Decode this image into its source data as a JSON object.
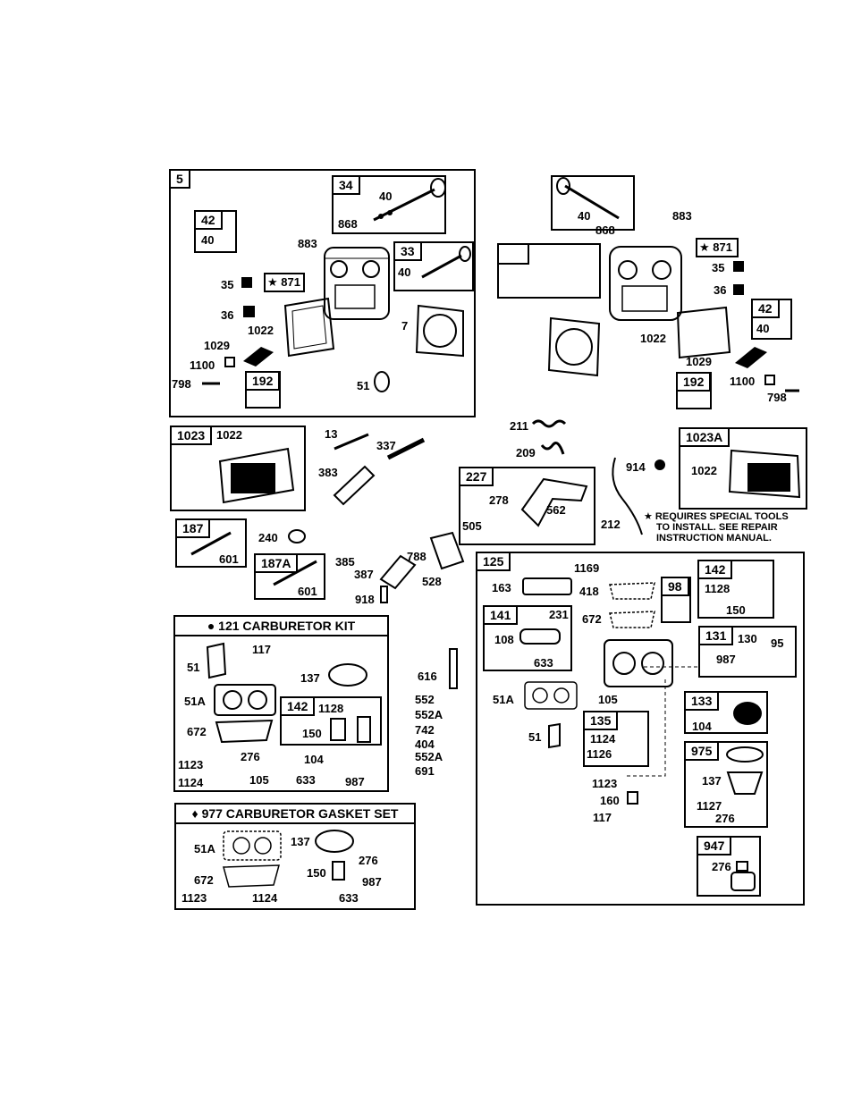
{
  "head_left": {
    "box_id": "5",
    "sub_34": {
      "id": "34",
      "labels": [
        "40",
        "868"
      ]
    },
    "sub_42": {
      "id": "42",
      "labels": [
        "40"
      ]
    },
    "sub_33": {
      "id": "33",
      "labels": [
        "40"
      ]
    },
    "labels": [
      "883",
      "35",
      "871",
      "36",
      "1022",
      "7",
      "1029",
      "1100",
      "798",
      "51"
    ],
    "sub_192": {
      "id": "192"
    }
  },
  "head_right": {
    "labels": [
      "40",
      "868",
      "883",
      "871",
      "35",
      "36",
      "1022",
      "1029",
      "1100",
      "798"
    ],
    "sub_42": {
      "id": "42",
      "labels": [
        "40"
      ]
    },
    "sub_192": {
      "id": "192"
    }
  },
  "box_1023": {
    "id": "1023",
    "label": "1022"
  },
  "box_1023A": {
    "id": "1023A",
    "label": "1022"
  },
  "misc": {
    "l13": "13",
    "l337": "337",
    "l383": "383",
    "l211": "211",
    "l209": "209",
    "l914": "914",
    "l212": "212",
    "l240": "240",
    "l385": "385",
    "l387": "387",
    "l918": "918",
    "l788": "788",
    "l528": "528",
    "l616": "616",
    "l552": "552",
    "l552A": "552A",
    "l742": "742",
    "l404": "404",
    "l552A2": "552A",
    "l691": "691"
  },
  "box_227": {
    "id": "227",
    "labels": [
      "278",
      "562",
      "505"
    ]
  },
  "note": {
    "line1": "REQUIRES SPECIAL TOOLS",
    "line2": "TO INSTALL.  SEE REPAIR",
    "line3": "INSTRUCTION MANUAL."
  },
  "box_187": {
    "id": "187",
    "label": "601"
  },
  "box_187A": {
    "id": "187A",
    "label": "601"
  },
  "carb_kit": {
    "title": "121 CARBURETOR KIT",
    "labels": {
      "l117": "117",
      "l51": "51",
      "l137": "137",
      "l51A": "51A",
      "l672": "672",
      "l1123": "1123",
      "l276": "276",
      "l104": "104",
      "l1124": "1124",
      "l105": "105",
      "l633": "633",
      "l987": "987"
    },
    "sub_142": {
      "id": "142",
      "l1128": "1128",
      "l150": "150"
    }
  },
  "gasket_set": {
    "title": "977 CARBURETOR GASKET SET",
    "labels": {
      "l51A": "51A",
      "l137": "137",
      "l276": "276",
      "l672": "672",
      "l150": "150",
      "l987": "987",
      "l1123": "1123",
      "l1124": "1124",
      "l633": "633"
    }
  },
  "box_125": {
    "id": "125",
    "labels": {
      "l1169": "1169",
      "l163": "163",
      "l418": "418",
      "l672": "672",
      "l51A": "51A",
      "l105": "105",
      "l51": "51",
      "l1123": "1123",
      "l160": "160",
      "l117": "117"
    },
    "sub_141": {
      "id": "141",
      "l231": "231",
      "l108": "108",
      "l633": "633"
    },
    "sub_98": {
      "id": "98"
    },
    "sub_142": {
      "id": "142",
      "l1128": "1128",
      "l150": "150"
    },
    "sub_131": {
      "id": "131",
      "l130": "130",
      "l95": "95",
      "l987": "987"
    },
    "sub_133": {
      "id": "133",
      "l104": "104"
    },
    "sub_135": {
      "id": "135",
      "l1124": "1124",
      "l1126": "1126"
    },
    "sub_975": {
      "id": "975",
      "l137": "137",
      "l1127": "1127",
      "l276": "276"
    },
    "sub_947": {
      "id": "947",
      "l276": "276"
    }
  }
}
